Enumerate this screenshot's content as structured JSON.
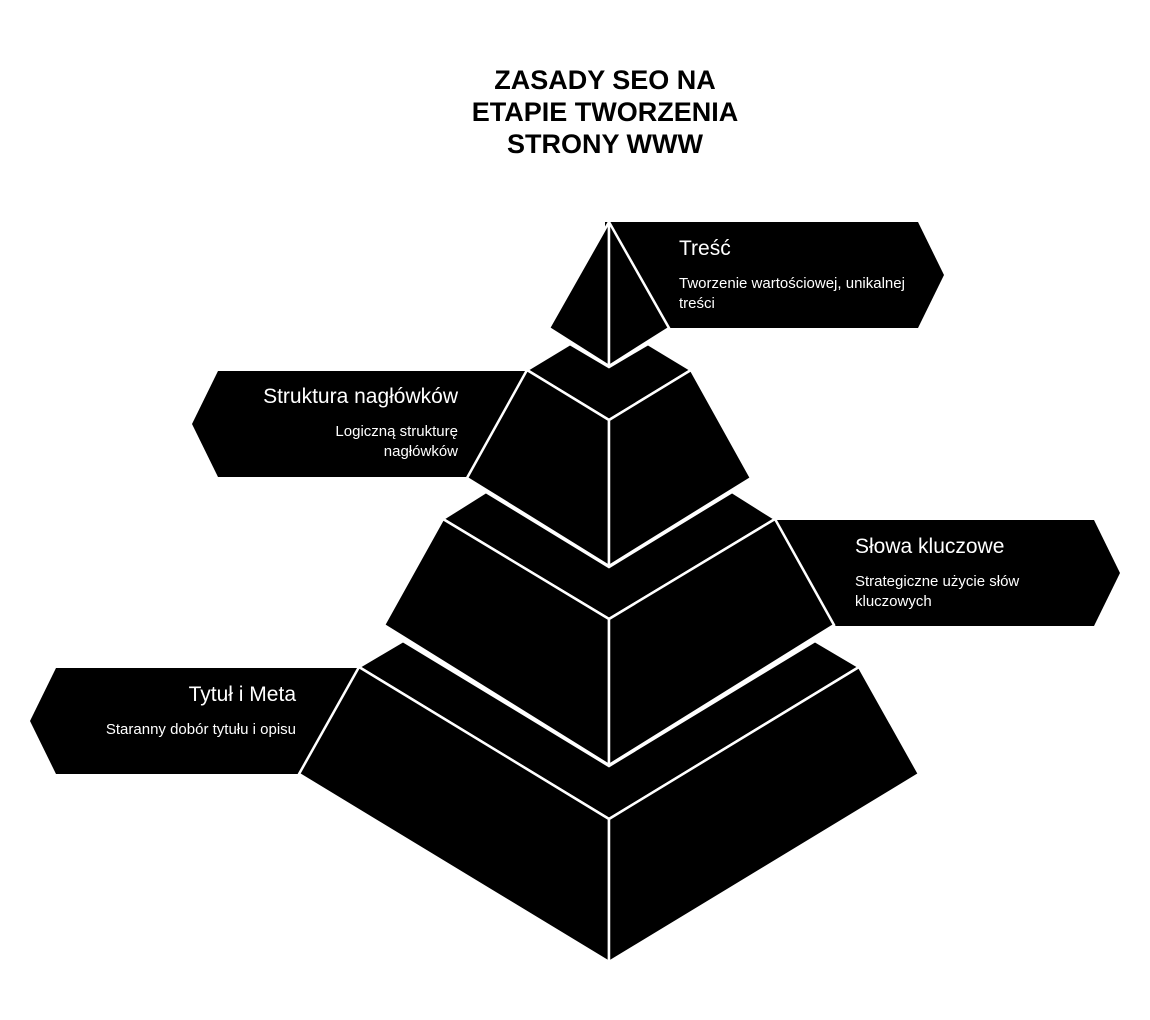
{
  "title": [
    "ZASADY SEO NA",
    "ETAPIE TWORZENIA",
    "STRONY WWW"
  ],
  "colors": {
    "background": "#ffffff",
    "shape_fill": "#000000",
    "stroke": "#ffffff",
    "text_on_shape": "#ffffff",
    "title": "#000000"
  },
  "levels": [
    {
      "title": "Treść",
      "description": "Tworzenie wartościowej, unikalnej treści"
    },
    {
      "title": "Struktura nagłówków",
      "description": "Logiczną strukturę nagłówków"
    },
    {
      "title": "Słowa kluczowe",
      "description": "Strategiczne użycie słów kluczowych"
    },
    {
      "title": "Tytuł i Meta",
      "description": "Staranny dobór tytułu i opisu"
    }
  ]
}
